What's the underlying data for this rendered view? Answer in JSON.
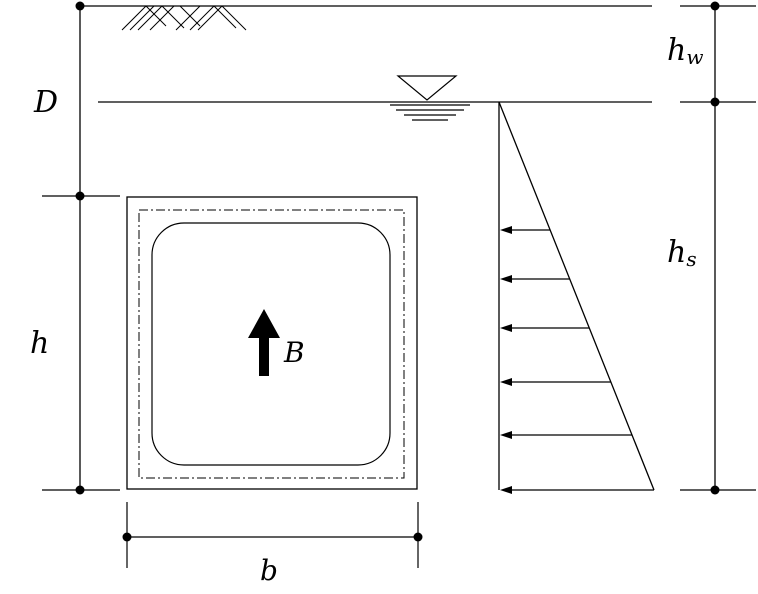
{
  "labels": {
    "D": "D",
    "h": "h",
    "b": "b",
    "B": "B",
    "hw_main": "h",
    "hw_sub": "w",
    "hs_main": "h",
    "hs_sub": "s"
  },
  "pressure_arrow_count": 6
}
